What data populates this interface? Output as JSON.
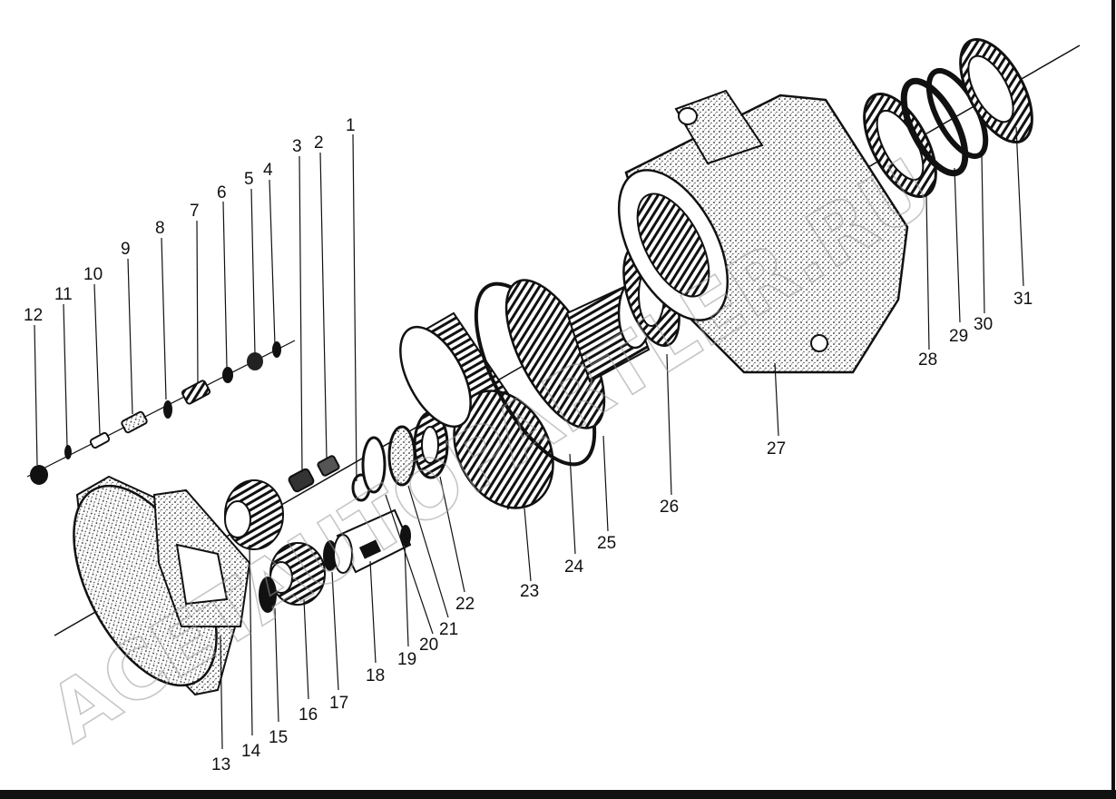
{
  "watermark": "ACETAUTOPARTLER.RU",
  "callouts": [
    "1",
    "2",
    "3",
    "4",
    "5",
    "6",
    "7",
    "8",
    "9",
    "10",
    "11",
    "12",
    "13",
    "14",
    "15",
    "16",
    "17",
    "18",
    "19",
    "20",
    "21",
    "22",
    "23",
    "24",
    "25",
    "26",
    "27",
    "28",
    "29",
    "30",
    "31"
  ]
}
